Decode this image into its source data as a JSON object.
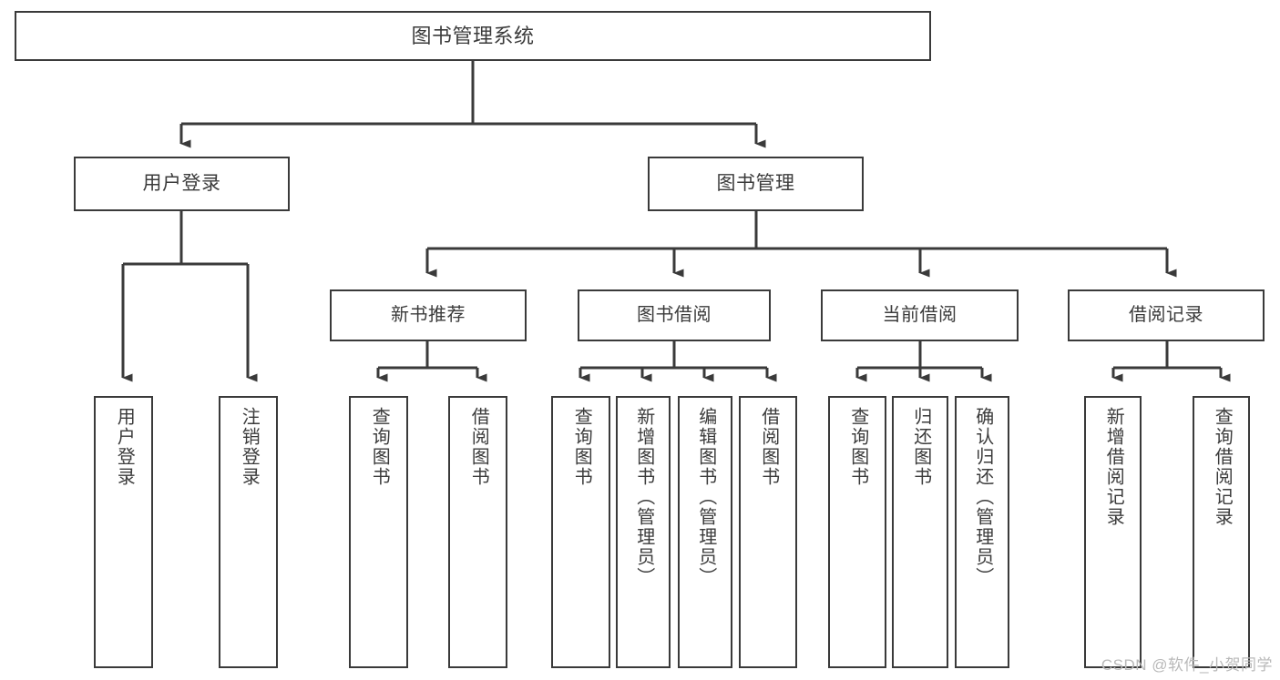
{
  "diagram": {
    "type": "tree-hierarchy",
    "title": "图书管理系统",
    "root": {
      "label": "图书管理系统"
    },
    "level1": [
      {
        "label": "用户登录"
      },
      {
        "label": "图书管理"
      }
    ],
    "level2": [
      {
        "label": "新书推荐"
      },
      {
        "label": "图书借阅"
      },
      {
        "label": "当前借阅"
      },
      {
        "label": "借阅记录"
      }
    ],
    "leaves": {
      "user_login": [
        {
          "label": "用户登录"
        },
        {
          "label": "注销登录"
        }
      ],
      "new_book_recommend": [
        {
          "label": "查询图书"
        },
        {
          "label": "借阅图书"
        }
      ],
      "book_borrow": [
        {
          "label": "查询图书"
        },
        {
          "label": "新增图书（管理员）"
        },
        {
          "label": "编辑图书（管理员）"
        },
        {
          "label": "借阅图书"
        }
      ],
      "current_borrow": [
        {
          "label": "查询图书"
        },
        {
          "label": "归还图书"
        },
        {
          "label": "确认归还（管理员）"
        }
      ],
      "borrow_record": [
        {
          "label": "新增借阅记录"
        },
        {
          "label": "查询借阅记录"
        }
      ]
    }
  },
  "watermark": {
    "text": "CSDN @软件_小贺同学"
  },
  "colors": {
    "border": "#3a3a3a",
    "text": "#3b3b3b",
    "background": "#ffffff",
    "watermark": "#b9b9b9"
  }
}
